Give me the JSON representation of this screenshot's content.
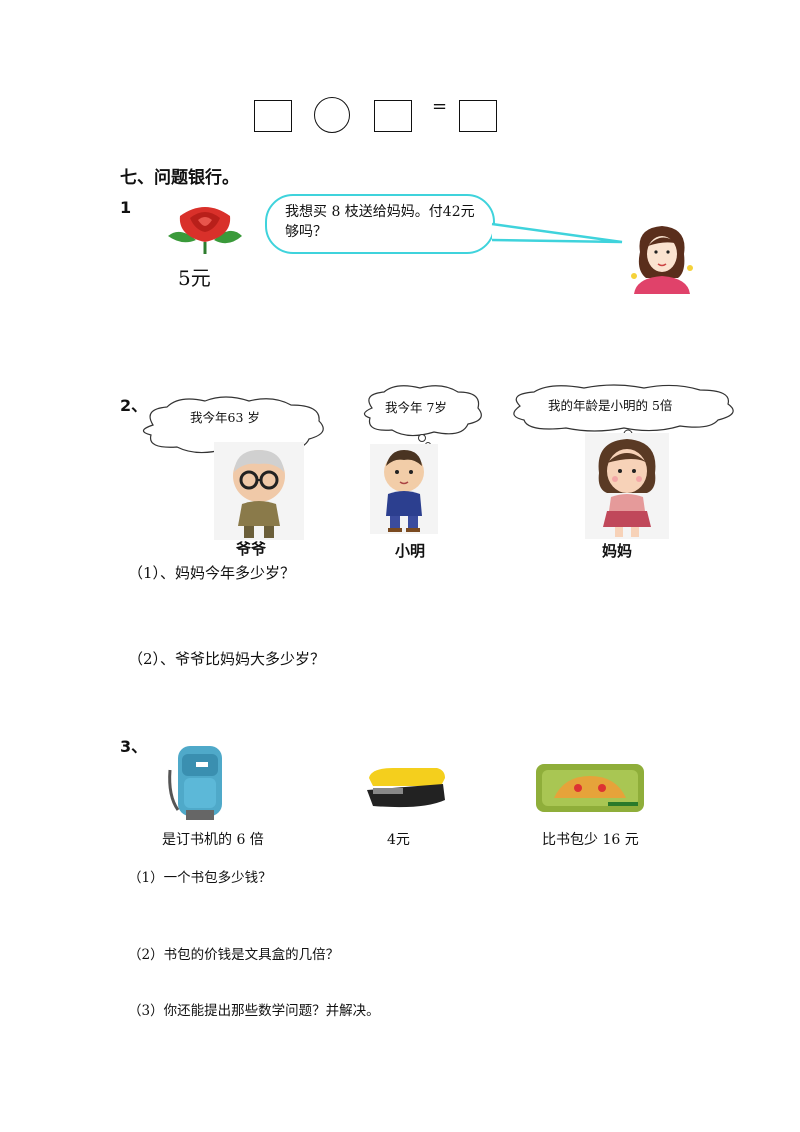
{
  "equation": {
    "equals": "="
  },
  "section": {
    "title": "七、问题银行。"
  },
  "problem1": {
    "number": "1",
    "price_label": "5元",
    "speech": "我想买 8 枝送给妈妈。付42元够吗？"
  },
  "problem2": {
    "number": "2、",
    "grandpa": {
      "thought": "我今年63 岁",
      "name": "爷爷"
    },
    "xiaoming": {
      "thought": "我今年 7岁",
      "name": "小明"
    },
    "mother": {
      "thought": "我的年龄是小明的 5倍",
      "name": "妈妈"
    },
    "q1": "（1）、妈妈今年多少岁？",
    "q2": "（2）、爷爷比妈妈大多少岁？"
  },
  "problem3": {
    "number": "3、",
    "backpack_caption": "是订书机的 6 倍",
    "stapler_caption": "4元",
    "pencilcase_caption": "比书包少 16 元",
    "q1": "（1）一个书包多少钱？",
    "q2": "（2）书包的价钱是文具盒的几倍？",
    "q3": "（3）你还能提出那些数学问题？并解决。"
  },
  "colors": {
    "speech_border": "#3fd3dc",
    "rose": "#d9302a",
    "leaf": "#3a9a3a"
  },
  "icons": [
    "rose-icon",
    "girl-icon",
    "grandpa-icon",
    "boy-icon",
    "mother-icon",
    "backpack-icon",
    "stapler-icon",
    "pencil-case-icon"
  ]
}
